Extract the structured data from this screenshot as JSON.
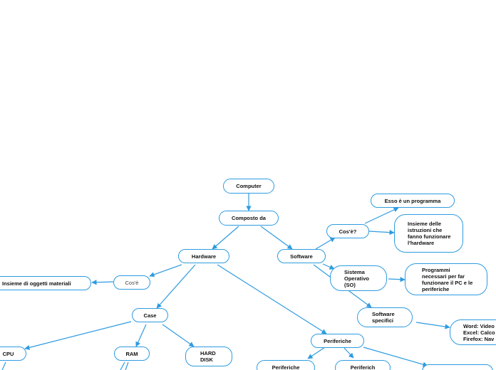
{
  "colors": {
    "edge": "#2e9be0",
    "border": "#2e9be0",
    "text": "#111111",
    "muted": "#444444"
  },
  "nodes": {
    "computer": "Computer",
    "composto": "Composto da",
    "hardware": "Hardware",
    "software": "Software",
    "hw_cose": "Cos'è",
    "hw_def": "Insieme di oggetti materiali",
    "case": "Case",
    "cpu": "CPU",
    "ram": "RAM",
    "hdd": "HARD DISK",
    "periferiche": "Periferiche",
    "periferiche_1": "Periferiche",
    "periferiche_2": "Periferich",
    "sw_cose": "Cos'è?",
    "sw_prog": "Esso è un programma",
    "sw_istr": "Insieme delle istruzioni che fanno funzionare l'hardware",
    "so": "Sistema Operativo (SO)",
    "so_def": "Programmi necessari per far funzionare il PC e le periferiche",
    "sw_spec": "Software specifici",
    "sw_spec_ex": "Word: Video\nExcel: Calco\nFirefox: Nav"
  }
}
